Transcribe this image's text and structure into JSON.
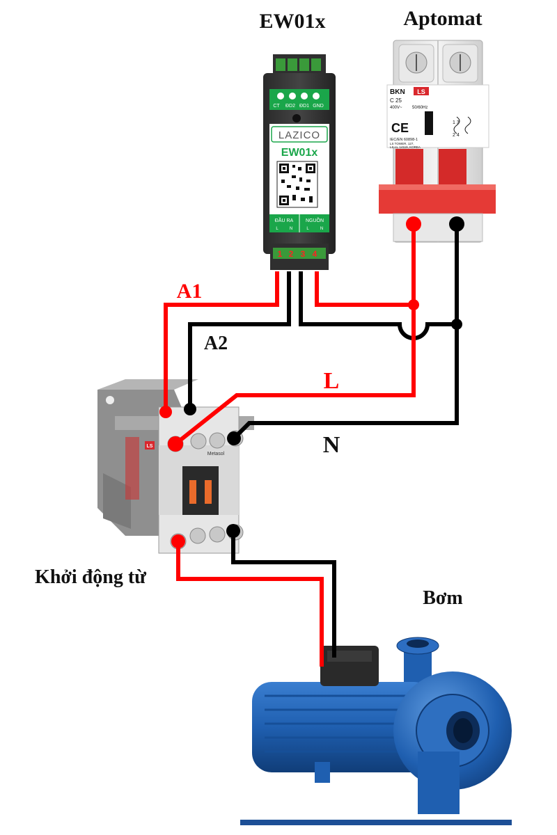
{
  "labels": {
    "ew01x_title": "EW01x",
    "aptomat_title": "Aptomat",
    "contactor_title": "Khởi động từ",
    "pump_title": "Bơm",
    "wire_a1": "A1",
    "wire_a2": "A2",
    "wire_l": "L",
    "wire_n": "N"
  },
  "ew01x": {
    "brand": "LAZICO",
    "model": "EW01x",
    "top_terminals": [
      "CT",
      "ĐD2",
      "ĐD1",
      "GND"
    ],
    "bottom_left_label": "ĐẦU RA",
    "bottom_right_label": "NGUỒN",
    "bottom_sub_left": "L",
    "bottom_sub_mid": "N",
    "bottom_sub_right": "L",
    "bottom_sub_far": "N",
    "pins": [
      "1",
      "2",
      "3",
      "4"
    ]
  },
  "breaker": {
    "model": "BKN",
    "rating": "C 25",
    "voltage": "400V~",
    "freq": "50/60Hz",
    "std": "IEC/EN 60898-1",
    "maker_line1": "LS TOWER, 127,",
    "maker_line2": "LS-ro, 14119, KOREA",
    "brand": "LS",
    "poles_top": "1  3",
    "poles_bottom": "2  4"
  },
  "contactor": {
    "brand": "Metasol",
    "brand_badge": "LS"
  },
  "colors": {
    "live": "#ff0000",
    "neutral": "#000000",
    "ew_green": "#1aa64a",
    "breaker_red": "#e0312f",
    "pump_blue": "#1f5fb0"
  }
}
